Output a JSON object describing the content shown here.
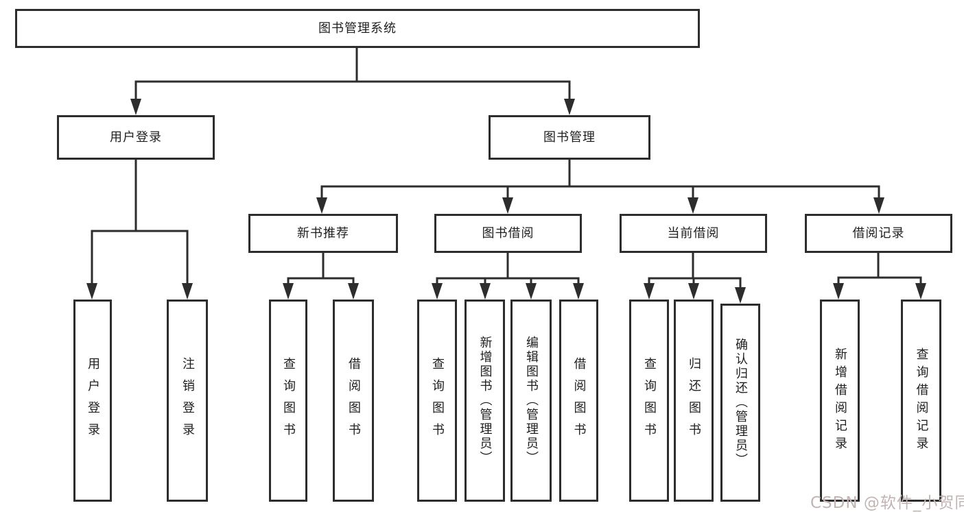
{
  "diagram": {
    "root": "图书管理系统",
    "level2": {
      "user_login": "用户登录",
      "book_management": "图书管理"
    },
    "level3": {
      "new_book_recommend": "新书推荐",
      "book_borrow": "图书借阅",
      "current_borrow": "当前借阅",
      "borrow_records": "借阅记录"
    },
    "leaves": {
      "user_login": [
        "用户登录",
        "注销登录"
      ],
      "new_book_recommend": [
        "查询图书",
        "借阅图书"
      ],
      "book_borrow": [
        "查询图书",
        "新增图书（管理员）",
        "编辑图书（管理员）",
        "借阅图书"
      ],
      "current_borrow": [
        "查询图书",
        "归还图书",
        "确认归还（管理员）"
      ],
      "borrow_records": [
        "新增借阅记录",
        "查询借阅记录"
      ]
    }
  },
  "watermark": "CSDN @软件_小贺同学",
  "colors": {
    "line": "#2d2d2d",
    "text": "#1f1f1f",
    "background": "#ffffff",
    "watermark": "#c2b4b2"
  }
}
